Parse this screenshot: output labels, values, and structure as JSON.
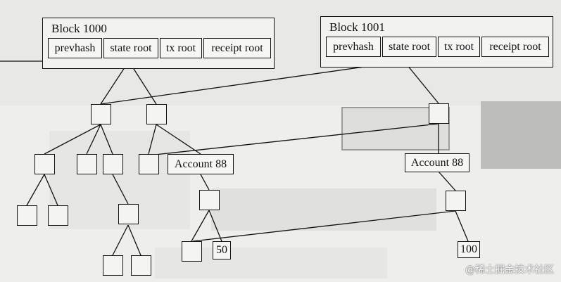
{
  "blocks": [
    {
      "title": "Block 1000",
      "fields": [
        "prevhash",
        "state root",
        "tx root",
        "receipt root"
      ]
    },
    {
      "title": "Block 1001",
      "fields": [
        "prevhash",
        "state root",
        "tx root",
        "receipt root"
      ]
    }
  ],
  "accounts": [
    {
      "label": "Account 88",
      "value": "50"
    },
    {
      "label": "Account 88",
      "value": "100"
    }
  ],
  "watermark": "@稀土掘金技术社区"
}
